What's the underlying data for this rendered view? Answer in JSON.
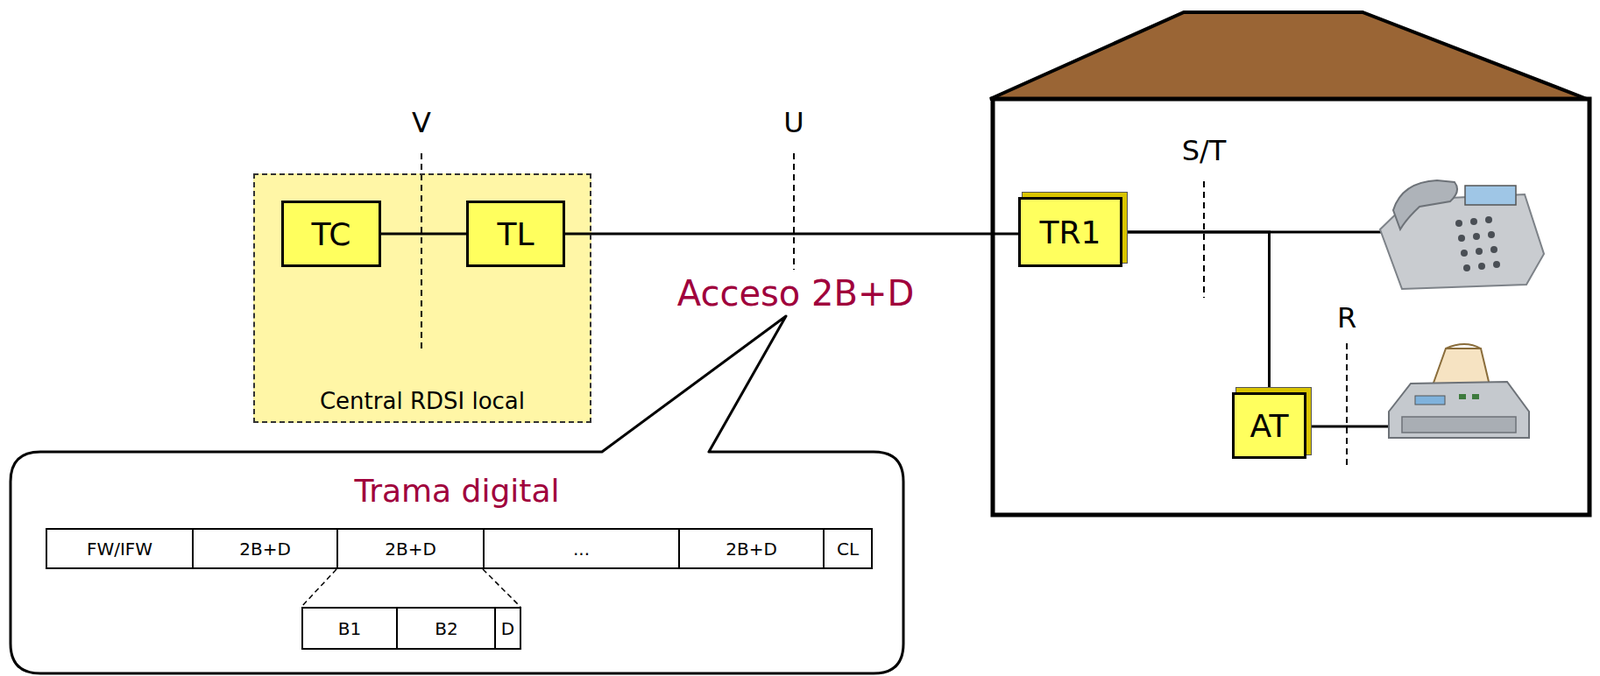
{
  "diagram": {
    "nodes": [
      {
        "text": [
          "Central RDSI local"
        ]
      },
      {
        "text": [
          "TC"
        ],
        "in": 0
      },
      {
        "text": [
          "TL"
        ],
        "in": 0
      },
      {
        "text": [
          "TR1"
        ]
      },
      {
        "text": [
          "AT"
        ]
      },
      {
        "text": [
          "Trama digital"
        ]
      },
      {
        "text": [
          "FW/IFW"
        ],
        "in": 5
      },
      {
        "text": [
          "2B+D"
        ],
        "in": 5
      },
      {
        "text": [
          "2B+D"
        ],
        "in": 5
      },
      {
        "text": [
          "..."
        ],
        "in": 5
      },
      {
        "text": [
          "2B+D"
        ],
        "in": 5
      },
      {
        "text": [
          "CL"
        ],
        "in": 5
      },
      {
        "text": [
          "B1"
        ],
        "in": 5
      },
      {
        "text": [
          "B2"
        ],
        "in": 5
      },
      {
        "text": [
          "D"
        ],
        "in": 5
      }
    ],
    "edges": [
      {
        "from": 1,
        "to": 2,
        "arrow": "none"
      },
      {
        "from": 2,
        "to": 3,
        "arrow": "none"
      },
      {
        "from": 3,
        "to": 4,
        "arrow": "none"
      }
    ],
    "labels": [
      "V",
      "U",
      "S/T",
      "R",
      "Acceso 2B+D"
    ]
  }
}
